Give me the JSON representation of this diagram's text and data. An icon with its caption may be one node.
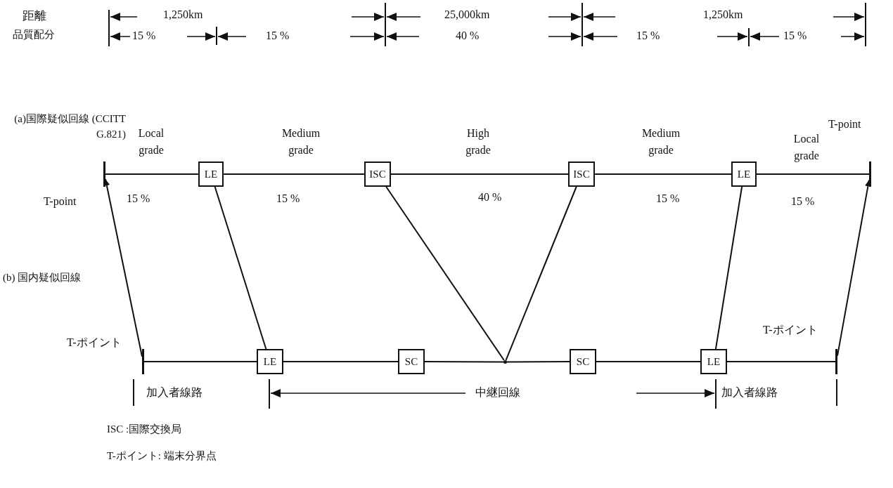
{
  "diagram": {
    "nodes": [
      {
        "text": [],
        "shape": "bar",
        "beside": [
          "T-point"
        ]
      },
      {
        "text": [
          "LE"
        ]
      },
      {
        "text": [
          "ISC"
        ]
      },
      {
        "text": [
          "ISC"
        ]
      },
      {
        "text": [
          "LE"
        ]
      },
      {
        "text": [],
        "shape": "bar",
        "beside": [
          "T-point"
        ]
      },
      {
        "text": [],
        "shape": "bar",
        "beside": [
          "T-ポイント"
        ]
      },
      {
        "text": [
          "LE"
        ]
      },
      {
        "text": [
          "SC"
        ]
      },
      {
        "text": [],
        "shape": "point"
      },
      {
        "text": [
          "SC"
        ]
      },
      {
        "text": [
          "LE"
        ]
      },
      {
        "text": [],
        "shape": "bar",
        "beside": [
          "T-ポイント"
        ]
      }
    ],
    "edges": [
      {
        "from": 0,
        "to": 1,
        "arrow": "none",
        "label": "Local grade"
      },
      {
        "from": 1,
        "to": 2,
        "arrow": "none",
        "label": "Medium grade"
      },
      {
        "from": 2,
        "to": 3,
        "arrow": "none",
        "label": "High grade"
      },
      {
        "from": 3,
        "to": 4,
        "arrow": "none",
        "label": "Medium grade"
      },
      {
        "from": 4,
        "to": 5,
        "arrow": "none",
        "label": "Local grade"
      },
      {
        "from": 6,
        "to": 0,
        "arrow": "to"
      },
      {
        "from": 1,
        "to": 7,
        "arrow": "none"
      },
      {
        "from": 2,
        "to": 9,
        "arrow": "none"
      },
      {
        "from": 3,
        "to": 9,
        "arrow": "none"
      },
      {
        "from": 4,
        "to": 11,
        "arrow": "none"
      },
      {
        "from": 12,
        "to": 5,
        "arrow": "to"
      },
      {
        "from": 6,
        "to": 7,
        "arrow": "none"
      },
      {
        "from": 7,
        "to": 8,
        "arrow": "none"
      },
      {
        "from": 8,
        "to": 9,
        "arrow": "none"
      },
      {
        "from": 9,
        "to": 10,
        "arrow": "none"
      },
      {
        "from": 10,
        "to": 11,
        "arrow": "none"
      },
      {
        "from": 11,
        "to": 12,
        "arrow": "none"
      }
    ],
    "labels": [
      "距離",
      "1,250km",
      "25,000km",
      "1,250km",
      "品質配分",
      "15 %",
      "15 %",
      "40 %",
      "15 %",
      "15 %",
      "(a)国際疑似回線 (CCITT G.821)",
      "15 %",
      "15 %",
      "40 %",
      "15 %",
      "15 %",
      "(b) 国内疑似回線",
      "加入者線路",
      "中継回線",
      "加入者線路",
      "ISC :国際交換局",
      "T-ポイント: 端末分界点"
    ]
  }
}
